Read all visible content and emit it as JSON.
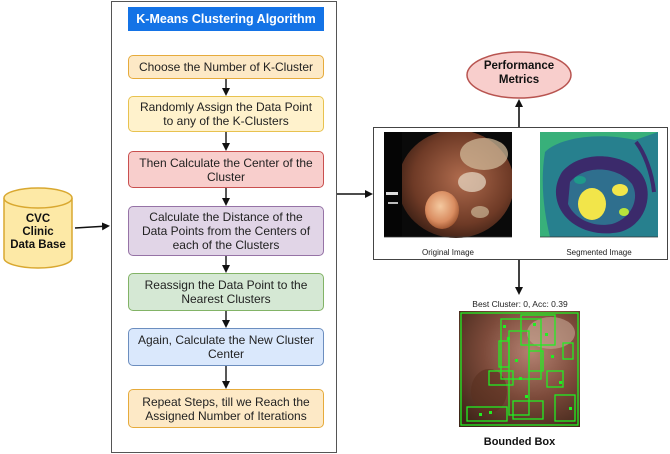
{
  "database": {
    "label_lines": [
      "CVC",
      "Clinic",
      "Data Base"
    ]
  },
  "algorithm": {
    "title": "K-Means Clustering Algorithm",
    "steps": [
      {
        "text": "Choose the Number of K-Cluster",
        "fill": "#fde9c6",
        "stroke": "#e6ab3c"
      },
      {
        "text": "Randomly Assign the Data Point to any of the K-Clusters",
        "fill": "#fff2cc",
        "stroke": "#e8c24f"
      },
      {
        "text": "Then Calculate the Center of the Cluster",
        "fill": "#f8cecc",
        "stroke": "#c9504f"
      },
      {
        "text": "Calculate the Distance of the Data Points from the Centers of each of the Clusters",
        "fill": "#e1d5e7",
        "stroke": "#9673a6"
      },
      {
        "text": "Reassign the Data Point to the Nearest Clusters",
        "fill": "#d5e8d4",
        "stroke": "#82b366"
      },
      {
        "text": "Again, Calculate the New Cluster Center",
        "fill": "#dae8fc",
        "stroke": "#6c8ebf"
      },
      {
        "text": "Repeat Steps, till we Reach the Assigned Number of Iterations",
        "fill": "#fde9c6",
        "stroke": "#e6ab3c"
      }
    ]
  },
  "performance": {
    "label_lines": [
      "Performance",
      "Metrics"
    ]
  },
  "result": {
    "original_caption": "Original Image",
    "segmented_caption": "Segmented Image",
    "best_cluster": "Best Cluster: 0, Acc: 0.39",
    "bounded_box_label": "Bounded Box"
  },
  "colors": {
    "title_blue": "#1473e6",
    "db_fill": "#fde9a6",
    "db_stroke": "#d9a830",
    "metrics_fill": "#f8cecc",
    "metrics_stroke": "#b85450",
    "box_green": "#22ee22"
  }
}
